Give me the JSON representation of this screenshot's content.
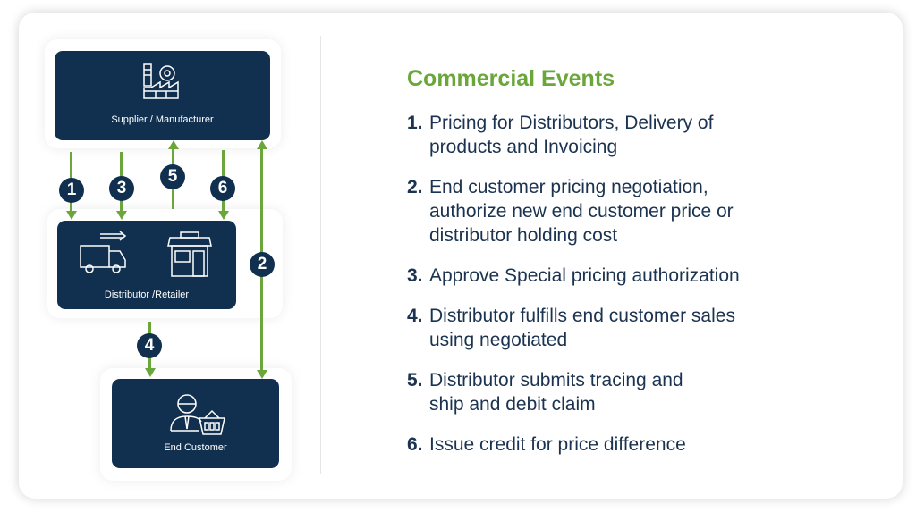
{
  "diagram": {
    "nodes": {
      "supplier": "Supplier / Manufacturer",
      "distributor": "Distributor /Retailer",
      "customer": "End Customer"
    },
    "flows": [
      {
        "num": "1",
        "direction": "supplier-to-distributor"
      },
      {
        "num": "3",
        "direction": "supplier-to-distributor"
      },
      {
        "num": "5",
        "direction": "distributor-to-supplier"
      },
      {
        "num": "6",
        "direction": "supplier-to-distributor"
      },
      {
        "num": "2",
        "direction": "supplier-and-customer"
      },
      {
        "num": "4",
        "direction": "distributor-to-customer"
      }
    ],
    "colors": {
      "navy": "#11304f",
      "green": "#6aa639"
    }
  },
  "events": {
    "title": "Commercial Events",
    "items": [
      {
        "num": "1.",
        "text": "Pricing for Distributors, Delivery of products and Invoicing"
      },
      {
        "num": "2.",
        "text": "End customer pricing negotiation, authorize new end customer price or distributor holding cost"
      },
      {
        "num": "3.",
        "text": "Approve Special pricing authorization"
      },
      {
        "num": "4.",
        "text": "Distributor fulfills end customer sales using negotiated"
      },
      {
        "num": "5.",
        "text": "Distributor submits tracing and ship and debit claim"
      },
      {
        "num": "6.",
        "text": "Issue credit for price difference"
      }
    ]
  }
}
